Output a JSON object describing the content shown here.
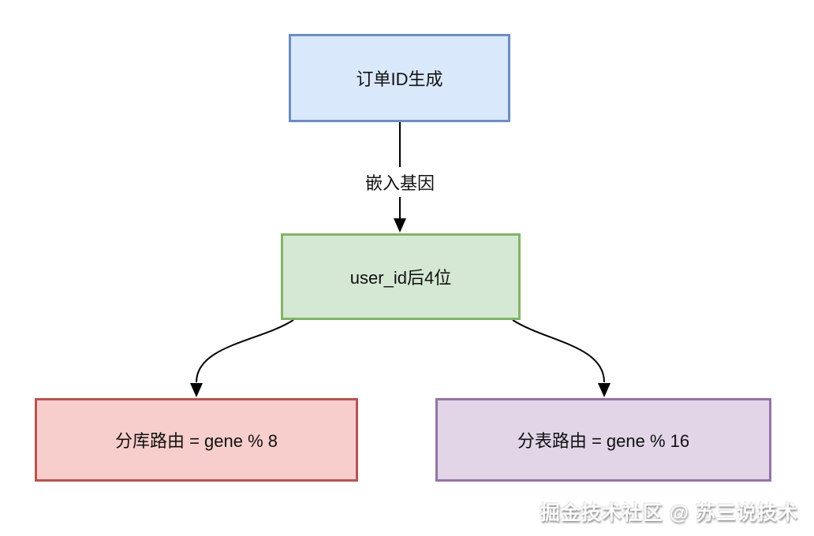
{
  "diagram": {
    "nodes": {
      "order_id": {
        "label": "订单ID生成",
        "fill": "#dae8fc",
        "border": "#6c8ebf"
      },
      "user_id": {
        "label": "user_id后4位",
        "fill": "#d5e8d4",
        "border": "#82b366"
      },
      "db_route": {
        "label": "分库路由 = gene % 8",
        "fill": "#f8cecc",
        "border": "#b85450"
      },
      "table_route": {
        "label": "分表路由 = gene % 16",
        "fill": "#e1d5e7",
        "border": "#9673a6"
      }
    },
    "edges": {
      "embed_gene": {
        "label": "嵌入基因",
        "from": "order_id",
        "to": "user_id"
      },
      "to_db_route": {
        "label": "",
        "from": "user_id",
        "to": "db_route"
      },
      "to_table_route": {
        "label": "",
        "from": "user_id",
        "to": "table_route"
      }
    },
    "colors": {
      "arrow": "#000000",
      "background": "#ffffff",
      "node_text": "#111111"
    },
    "watermark": "掘金技术社区 @ 苏三说技术"
  }
}
